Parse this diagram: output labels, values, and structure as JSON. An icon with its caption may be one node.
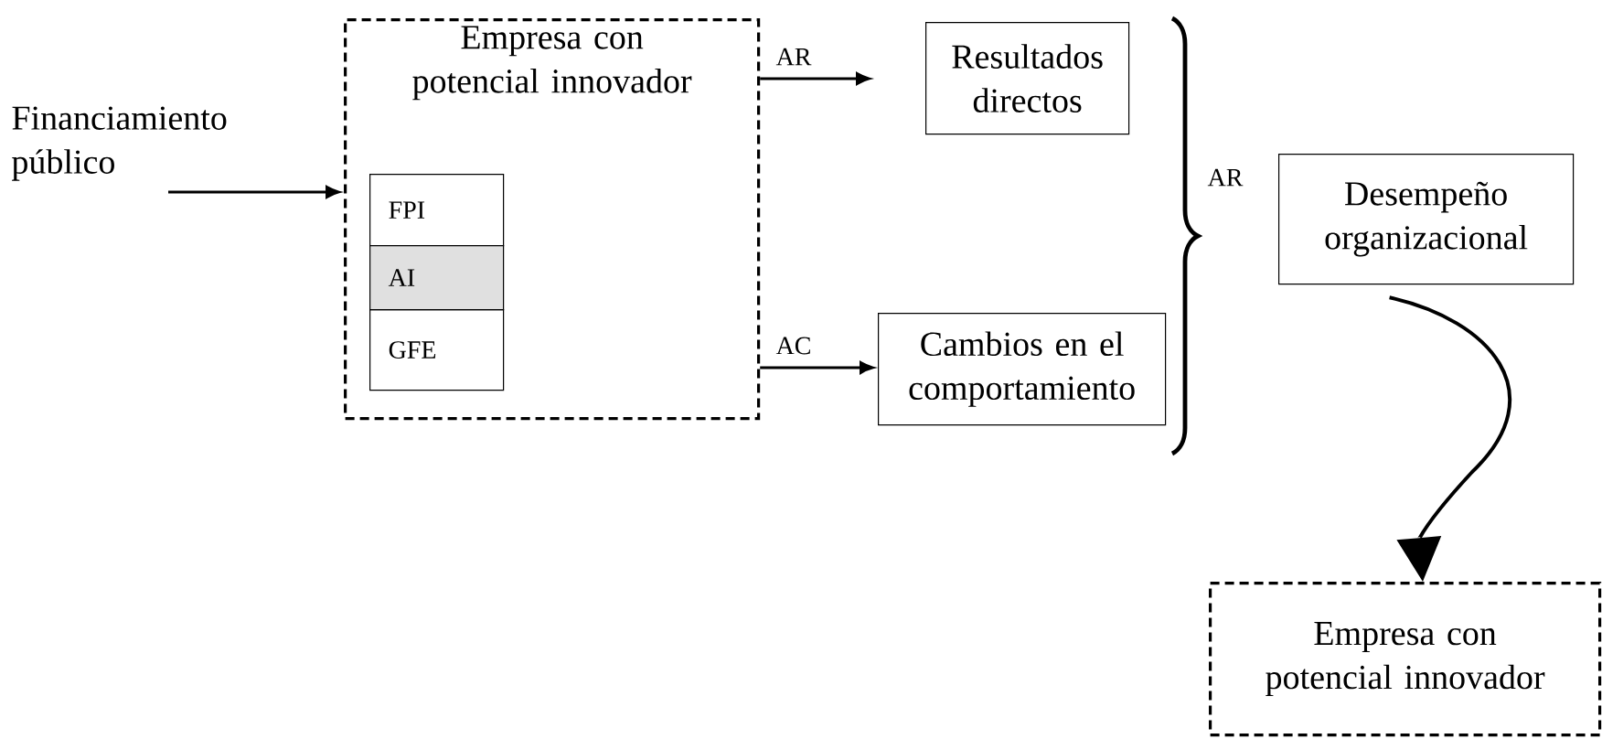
{
  "diagram": {
    "nodes": [
      {
        "text": [
          "Financiamiento público"
        ]
      },
      {
        "text": [
          "Empresa con potencial innovador"
        ]
      },
      {
        "text": [
          "FPI"
        ],
        "in": 1
      },
      {
        "text": [
          "AI"
        ],
        "in": 1
      },
      {
        "text": [
          "GFE"
        ],
        "in": 1
      },
      {
        "text": [
          "Resultados directos"
        ]
      },
      {
        "text": [
          "Cambios en el comportamiento"
        ]
      },
      {
        "text": [
          "Desempeño organizacional"
        ]
      },
      {
        "text": [
          "Empresa con potencial innovador"
        ]
      }
    ],
    "edges": [
      {
        "from": 0,
        "to": 1,
        "arrow": "to"
      },
      {
        "from": 1,
        "to": 5,
        "arrow": "to",
        "label": "AR"
      },
      {
        "from": 1,
        "to": 6,
        "arrow": "to",
        "label": "AC"
      },
      {
        "from": 7,
        "to": 8,
        "arrow": "to"
      }
    ],
    "labels": [
      "AR"
    ]
  }
}
